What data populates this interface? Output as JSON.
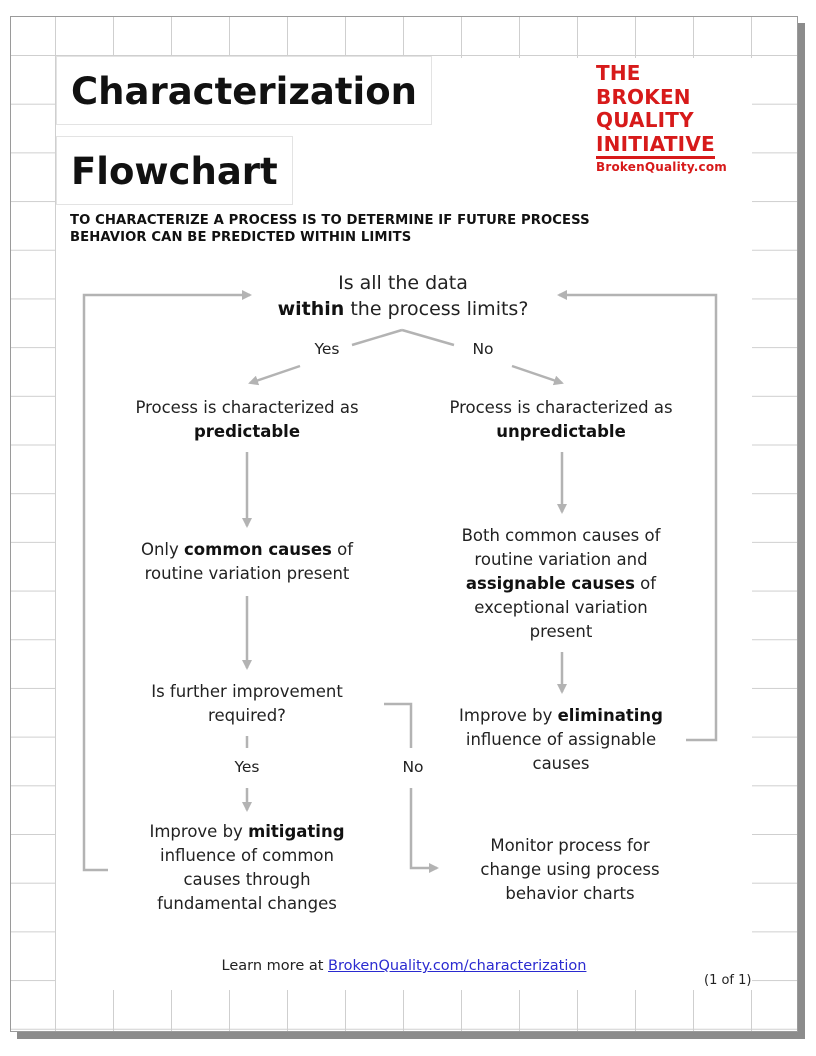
{
  "title": {
    "line1": "Characterization",
    "line2": "Flowchart"
  },
  "brand": {
    "line1": "THE",
    "line2": "BROKEN",
    "line3": "QUALITY",
    "line4": "INITIATIVE",
    "url": "BrokenQuality.com",
    "color": "#d71a1a"
  },
  "subtitle": {
    "line1": "TO CHARACTERIZE A PROCESS IS TO DETERMINE IF FUTURE PROCESS",
    "line2": "BEHAVIOR CAN BE PREDICTED WITHIN LIMITS"
  },
  "decision_top": {
    "line1": "Is all the data",
    "bold": "within",
    "rest": " the process limits?"
  },
  "labels": {
    "yes_top": "Yes",
    "no_top": "No",
    "yes_bottom": "Yes",
    "no_bottom": "No"
  },
  "left": {
    "predictable": {
      "pre": "Process is characterized as",
      "bold": "predictable"
    },
    "common": {
      "pre": "Only ",
      "bold": "common causes",
      "post": " of",
      "line2": "routine variation present"
    },
    "further": {
      "line1": "Is further improvement",
      "line2": "required?"
    },
    "mitigate": {
      "pre": "Improve by ",
      "bold": "mitigating",
      "line2": "influence of common",
      "line3": "causes through",
      "line4": "fundamental changes"
    }
  },
  "right": {
    "unpredictable": {
      "pre": "Process is characterized as",
      "bold": "unpredictable"
    },
    "both": {
      "line1": "Both common causes of",
      "line2": "routine variation and",
      "bold": "assignable causes",
      "post": " of",
      "line4": "exceptional variation",
      "line5": "present"
    },
    "eliminate": {
      "pre": "Improve by ",
      "bold": "eliminating",
      "line2": "influence of assignable",
      "line3": "causes"
    },
    "monitor": {
      "line1": "Monitor process for",
      "line2": "change using process",
      "line3": "behavior charts"
    }
  },
  "footer": {
    "text": "Learn more at ",
    "link": "BrokenQuality.com/characterization",
    "page": "(1 of 1)"
  },
  "colors": {
    "arrow": "#b3b3b3",
    "grid": "#cfcfcf"
  }
}
